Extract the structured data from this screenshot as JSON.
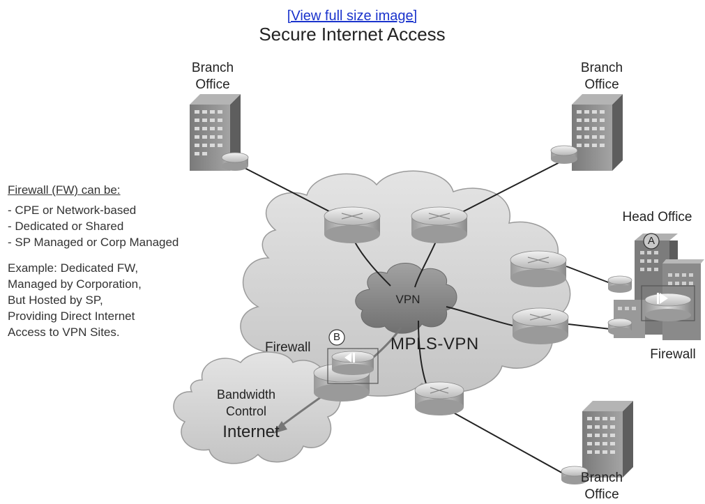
{
  "header": {
    "view_full_size": "[View full size image]",
    "title": "Secure Internet Access"
  },
  "sites": {
    "branch_top_left": "Branch\nOffice",
    "branch_top_right": "Branch\nOffice",
    "branch_bottom": "Branch\nOffice",
    "head_office": "Head Office"
  },
  "labels": {
    "firewall_left": "Firewall",
    "firewall_right": "Firewall",
    "marker_a": "A",
    "marker_b": "B",
    "vpn": "VPN",
    "mpls_vpn": "MPLS-VPN",
    "bandwidth_control": "Bandwidth\nControl",
    "internet": "Internet"
  },
  "notes": {
    "heading": "Firewall (FW) can be:",
    "items": [
      "- CPE or Network-based",
      "- Dedicated or Shared",
      "- SP Managed or Corp Managed"
    ],
    "example_lines": [
      "Example: Dedicated FW,",
      "Managed by Corporation,",
      "But Hosted by SP,",
      "Providing Direct Internet",
      "Access to VPN Sites."
    ]
  },
  "icons": [
    "building-icon",
    "router-icon",
    "firewall-icon",
    "cloud-icon"
  ],
  "colors": {
    "link": "#1a33cc",
    "cloud_fill": "#d4d4d4",
    "vpn_cloud_fill": "#8c8c8c",
    "router_fill": "#c8c8c8",
    "building_fill": "#8e8e8e"
  }
}
